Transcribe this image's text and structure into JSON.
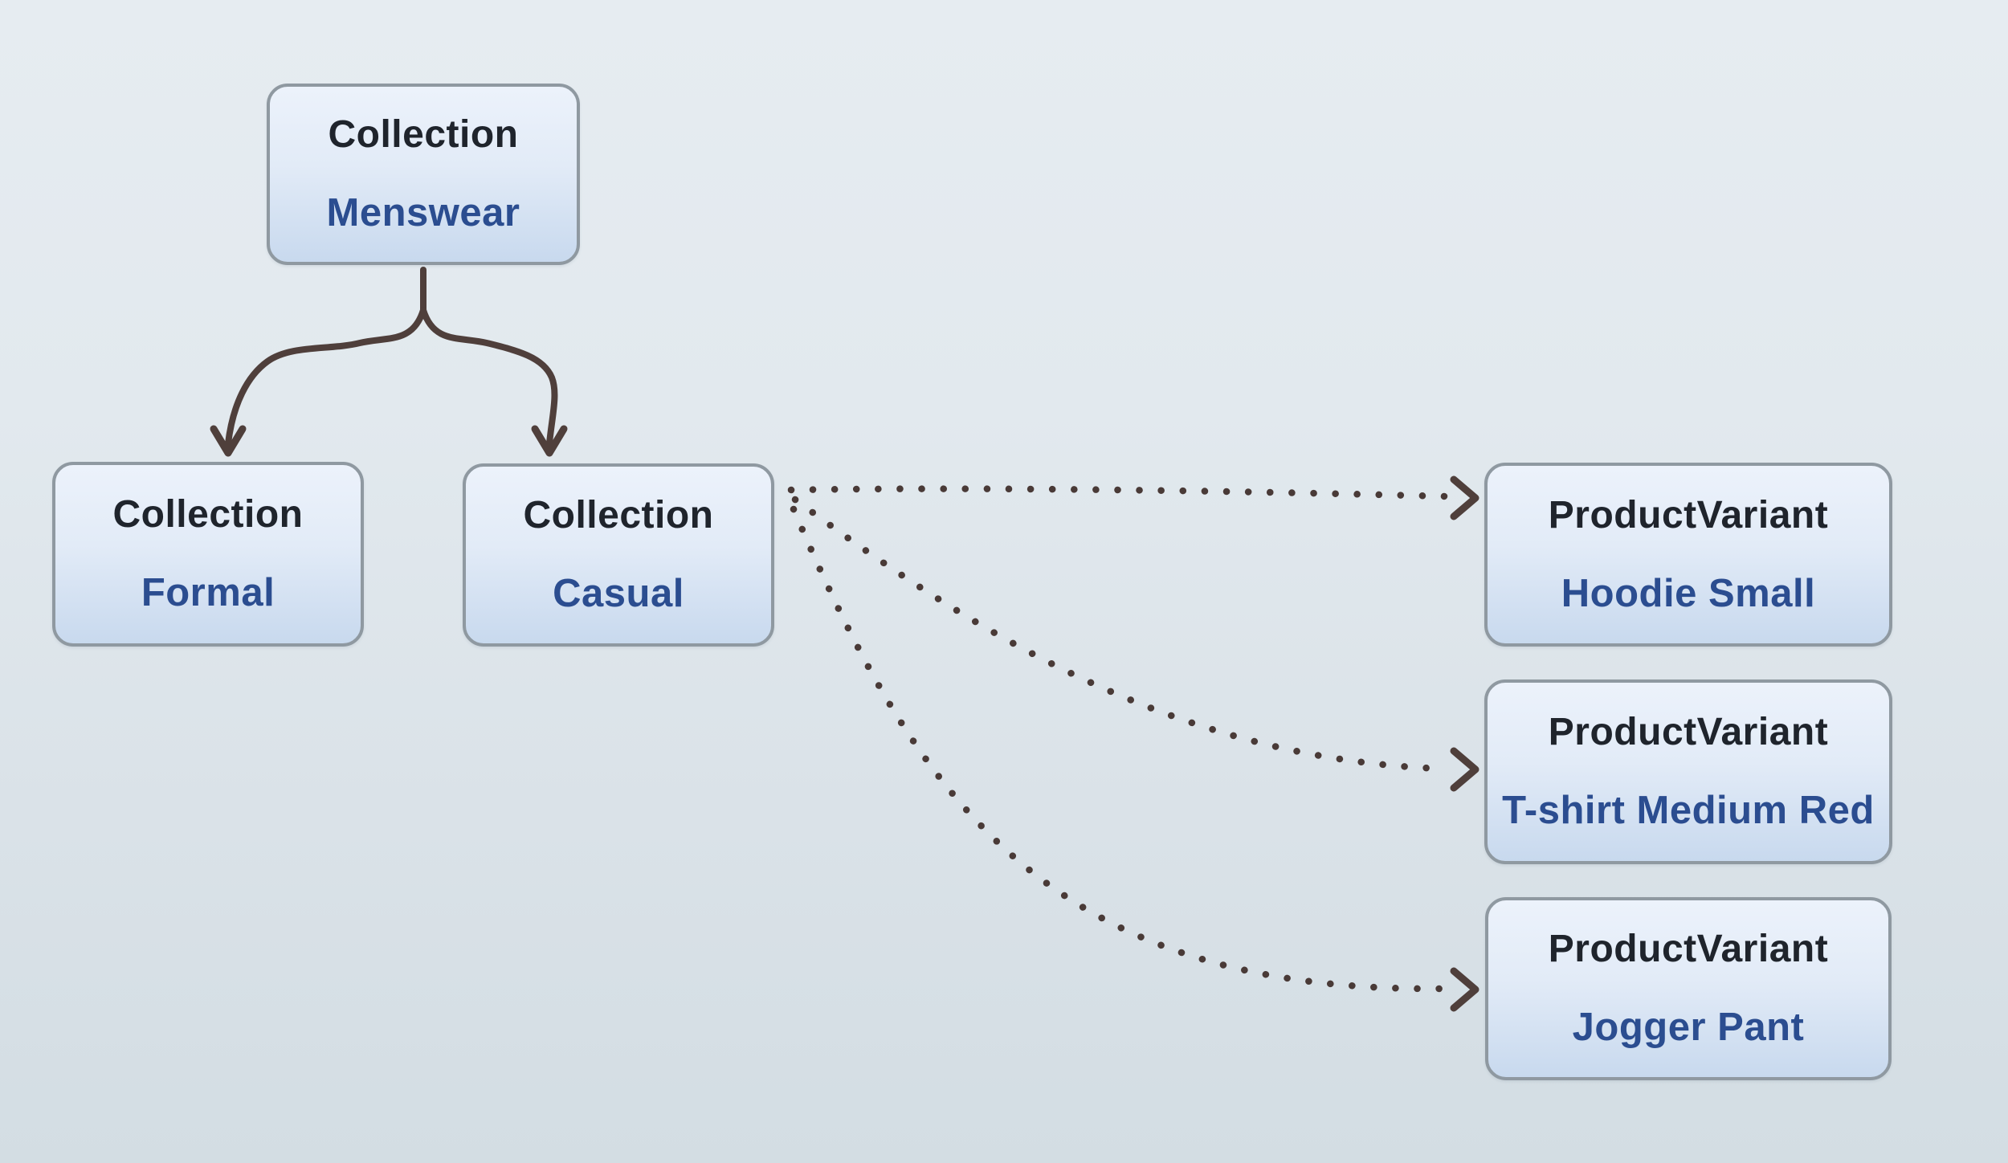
{
  "nodes": {
    "menswear": {
      "type": "Collection",
      "name": "Menswear"
    },
    "formal": {
      "type": "Collection",
      "name": "Formal"
    },
    "casual": {
      "type": "Collection",
      "name": "Casual"
    },
    "hoodie_small": {
      "type": "ProductVariant",
      "name": "Hoodie Small"
    },
    "tshirt_medium_red": {
      "type": "ProductVariant",
      "name": "T-shirt Medium Red"
    },
    "jogger_pant": {
      "type": "ProductVariant",
      "name": "Jogger Pant"
    }
  },
  "edges": [
    {
      "from": "Menswear",
      "to": "Formal",
      "style": "solid-arrow"
    },
    {
      "from": "Menswear",
      "to": "Casual",
      "style": "solid-arrow"
    },
    {
      "from": "Casual",
      "to": "Hoodie Small",
      "style": "dotted-arrow"
    },
    {
      "from": "Casual",
      "to": "T-shirt Medium Red",
      "style": "dotted-arrow"
    },
    {
      "from": "Casual",
      "to": "Jogger Pant",
      "style": "dotted-arrow"
    }
  ],
  "colors": {
    "background_top": "#e6ecf1",
    "background_bottom": "#d3dde3",
    "node_fill_top": "#ebf1fb",
    "node_fill_bottom": "#c8d9ee",
    "node_border": "#8f99a1",
    "node_type_text": "#1f242c",
    "node_name_text": "#2b4d90",
    "arrow": "#4e3e3a"
  }
}
